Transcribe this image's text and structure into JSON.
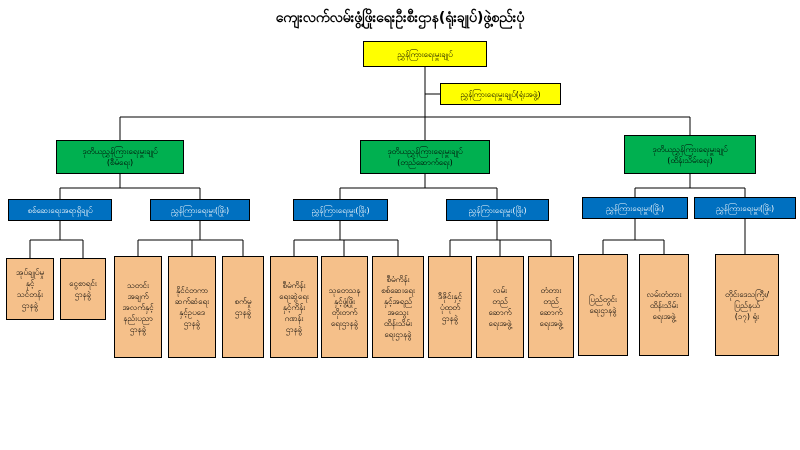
{
  "title": "ကျေးလက်လမ်းဖွံ့ဖြိုးရေးဦးစီးဌာန(ရုံးချုပ်)ဖွဲ့စည်းပုံ",
  "colors": {
    "yellow": "#ffff00",
    "green": "#00b050",
    "blue": "#0070c0",
    "orange": "#f5c08a"
  },
  "top": {
    "head": "ညွှန်ကြားရေးမှူးချုပ်",
    "office": "ညွှန်ကြားရေးမှူးချုပ်(ရုံးအဖွဲ့)"
  },
  "deputies": [
    {
      "label": "ဒုတိယညွှန်ကြားရေးမှူးချုပ်\n(စီမံရေး)"
    },
    {
      "label": "ဒုတိယညွှန်ကြားရေးမှူးချုပ်\n(တည်ဆောက်ရေး)"
    },
    {
      "label": "ဒုတိယညွှန်ကြားရေးမှူးချုပ်\n(ထိန်းသိမ်းရေး)"
    }
  ],
  "directors": [
    "စစ်ဆေးရေးအရာရှိချုပ်",
    "ညွှန်ကြားရေးမှူး(ဖြိုး)",
    "ညွှန်ကြားရေးမှူး(ဖြိုး)",
    "ညွှန်ကြားရေးမှူး(ဖြိုး)",
    "ညွှန်ကြားရေးမှူး(ဖြိုး)",
    "ညွှန်ကြားရေးမှူး(ဖြိုး)"
  ],
  "units": [
    "အုပ်ချုပ်မှု\nနှင့်\nသင်တန်း\nဌာနခွဲ",
    "ငွေစာရင်း\nဌာနခွဲ",
    "သတင်း\nအချက်\nအလက်နှင့်\nနည်းပညာ\nဌာနခွဲ",
    "နိုင်ငံတကာ\nဆက်ဆံရေး\nနှင့်ဥပဒေ\nဌာနခွဲ",
    "စက်မှု\nဌာနခွဲ",
    "စီမံကိန်း\nရေးဆွဲရေး\nနှင့်ကိန်း\nဂဏန်း\nဌာနခွဲ",
    "သုတေသန\nနှင့်ဖွံ့ဖြိုး\nတိုးတက်\nရေးဌာနခွဲ",
    "စီမံကိန်း\nစစ်ဆေးရေး\nနှင့်အရည်\nအသွေး\nထိန်းသိမ်း\nရေးဌာနခွဲ",
    "ဒီဇိုင်းနှင့်\nပုံထုတ်\nဌာနခွဲ",
    "လမ်း\nတည်\nဆောက်\nရေးအဖွဲ့",
    "တံတား\nတည်\nဆောက်\nရေးအဖွဲ့",
    "ပြည်တွင်း\nရေးဌာနခွဲ",
    "လမ်းတံတား\nထိန်းသိမ်း\nရေးအဖွဲ့",
    "တိုင်းဒေသကြီး/\nပြည်နယ်\n(၁၇) ရုံး"
  ]
}
